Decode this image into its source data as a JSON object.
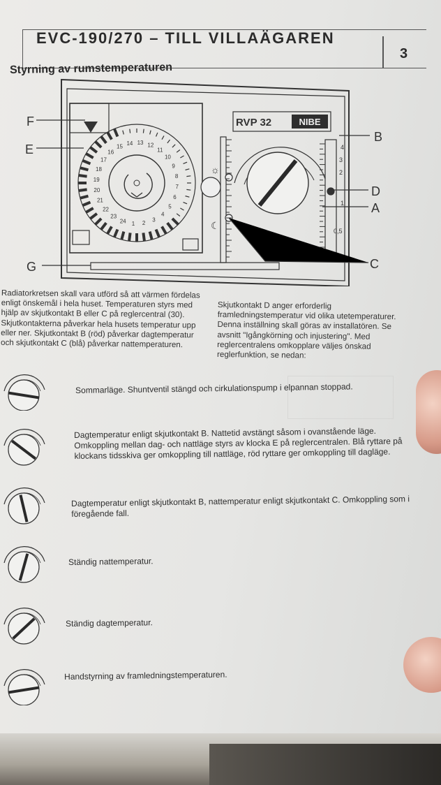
{
  "header": {
    "title": "EVC-190/270 – TILL VILLAÄGAREN",
    "page_number": "3"
  },
  "section_title": "Styrning av rumstemperaturen",
  "diagram": {
    "brand": "RVP 32",
    "logo": "NIBE",
    "callouts": {
      "F": "F",
      "E": "E",
      "G": "G",
      "B": "B",
      "D": "D",
      "A": "A",
      "C": "C"
    },
    "clock_numbers": [
      "14",
      "13",
      "12",
      "11",
      "10",
      "9",
      "8",
      "7",
      "6",
      "5",
      "4",
      "3",
      "2",
      "1",
      "24",
      "23",
      "22",
      "21",
      "20",
      "19",
      "18",
      "17",
      "16",
      "15"
    ],
    "scale_labels": [
      "4",
      "3",
      "2",
      "1",
      "0,5"
    ]
  },
  "intro": {
    "left": "Radiatorkretsen skall vara utförd så att värmen fördelas enligt önskemål i hela huset. Temperaturen styrs med hjälp av skjutkontakt B eller C på reglercentral (30). Skjutkontakterna påverkar hela husets temperatur upp eller ner. Skjutkontakt B (röd) påverkar dagtemperatur och skjutkontakt C (blå) påverkar nattemperaturen.",
    "right": "Skjutkontakt D anger erforderlig framledningstemperatur vid olika utetemperaturer. Denna inställning skall göras av installatören. Se avsnitt \"Igångkörning och injustering\". Med reglercentralens omkopplare väljes önskad reglerfunktion, se nedan:"
  },
  "modes": [
    {
      "text": "Sommarläge. Shuntventil stängd och cirkulationspump i elpannan stoppad."
    },
    {
      "text": "Dagtemperatur enligt skjutkontakt B. Nattetid avstängt såsom i ovanstående läge. Omkoppling mellan dag- och nattläge styrs av klocka E på reglercentralen. Blå ryttare på klockans tidsskiva ger omkoppling till nattläge, röd ryttare ger omkoppling till dagläge."
    },
    {
      "text": "Dagtemperatur enligt skjutkontakt B, nattemperatur enligt skjutkontakt C. Omkoppling som i föregående fall."
    },
    {
      "text": "Ständig nattemperatur."
    },
    {
      "text": "Ständig dagtemperatur."
    },
    {
      "text": "Handstyrning av framledningstemperaturen."
    }
  ]
}
